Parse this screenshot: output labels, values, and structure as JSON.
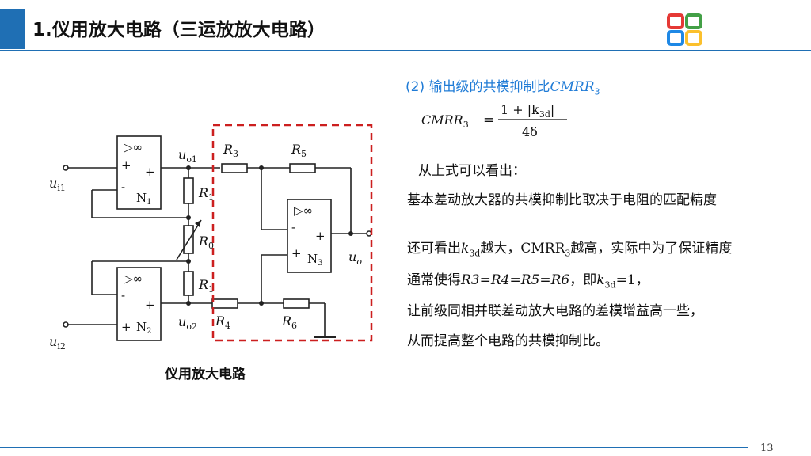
{
  "header": {
    "title": "1.仪用放大电路（三运放放大电路）"
  },
  "logo": {
    "icon": "grid-logo-icon",
    "colors": [
      "#e53935",
      "#43a047",
      "#1e88e5",
      "#fbc02d"
    ]
  },
  "circuit": {
    "caption": "仪用放大电路",
    "amp1": {
      "infinity": "▷∞",
      "plus_in": "+",
      "plus_out": "+",
      "minus": "-",
      "name_main": "N",
      "name_sub": "1"
    },
    "amp2": {
      "infinity": "▷∞",
      "plus_out": "+",
      "minus": "-",
      "plus_in": "+",
      "name_main": "N",
      "name_sub": "2"
    },
    "amp3": {
      "infinity": "▷∞",
      "minus": "-",
      "plus_out": "+",
      "plus_in": "+",
      "name_main": "N",
      "name_sub": "3"
    },
    "labels": {
      "ui1_main": "u",
      "ui1_sub": "i1",
      "ui2_main": "u",
      "ui2_sub": "i2",
      "uo1_main": "u",
      "uo1_sub": "o1",
      "uo2_main": "u",
      "uo2_sub": "o2",
      "uo_main": "u",
      "uo_sub": "o",
      "R1_main": "R",
      "R1_sub": "1",
      "R1b_main": "R",
      "R1b_sub": "1",
      "R0_main": "R",
      "R0_sub": "0",
      "R3_main": "R",
      "R3_sub": "3",
      "R4_main": "R",
      "R4_sub": "4",
      "R5_main": "R",
      "R5_sub": "5",
      "R6_main": "R",
      "R6_sub": "6"
    },
    "dashed_box_color": "#cc1f1f"
  },
  "content": {
    "section_title": "(2) 输出级的共模抑制比",
    "section_title_math": "CMRR",
    "section_title_sub": "3",
    "formula": {
      "lhs": "CMRR",
      "lhs_sub": "3",
      "equals": "=",
      "numerator": "1 + |k",
      "numerator_sub": "3d",
      "numerator_end": "|",
      "denominator": "4δ"
    },
    "line1": "从上式可以看出：",
    "line2": "基本差动放大器的共模抑制比取决于电阻的匹配精度",
    "line3": {
      "a": "还可看出",
      "k": "k",
      "k_sub": "3d",
      "b": "越大，",
      "c": "CMRR",
      "c_sub": "3",
      "d": "越高，实际中为了保证精度"
    },
    "line4": {
      "a": "通常使得",
      "eq": "R3=R4=R5=R6",
      "b": "，即",
      "k": "k",
      "k_sub": "3d",
      "c": "=1，"
    },
    "line5": "让前级同相并联差动放大电路的差模增益高一些，",
    "line6": "从而提高整个电路的共模抑制比。"
  },
  "footer": {
    "page_number": "13"
  }
}
